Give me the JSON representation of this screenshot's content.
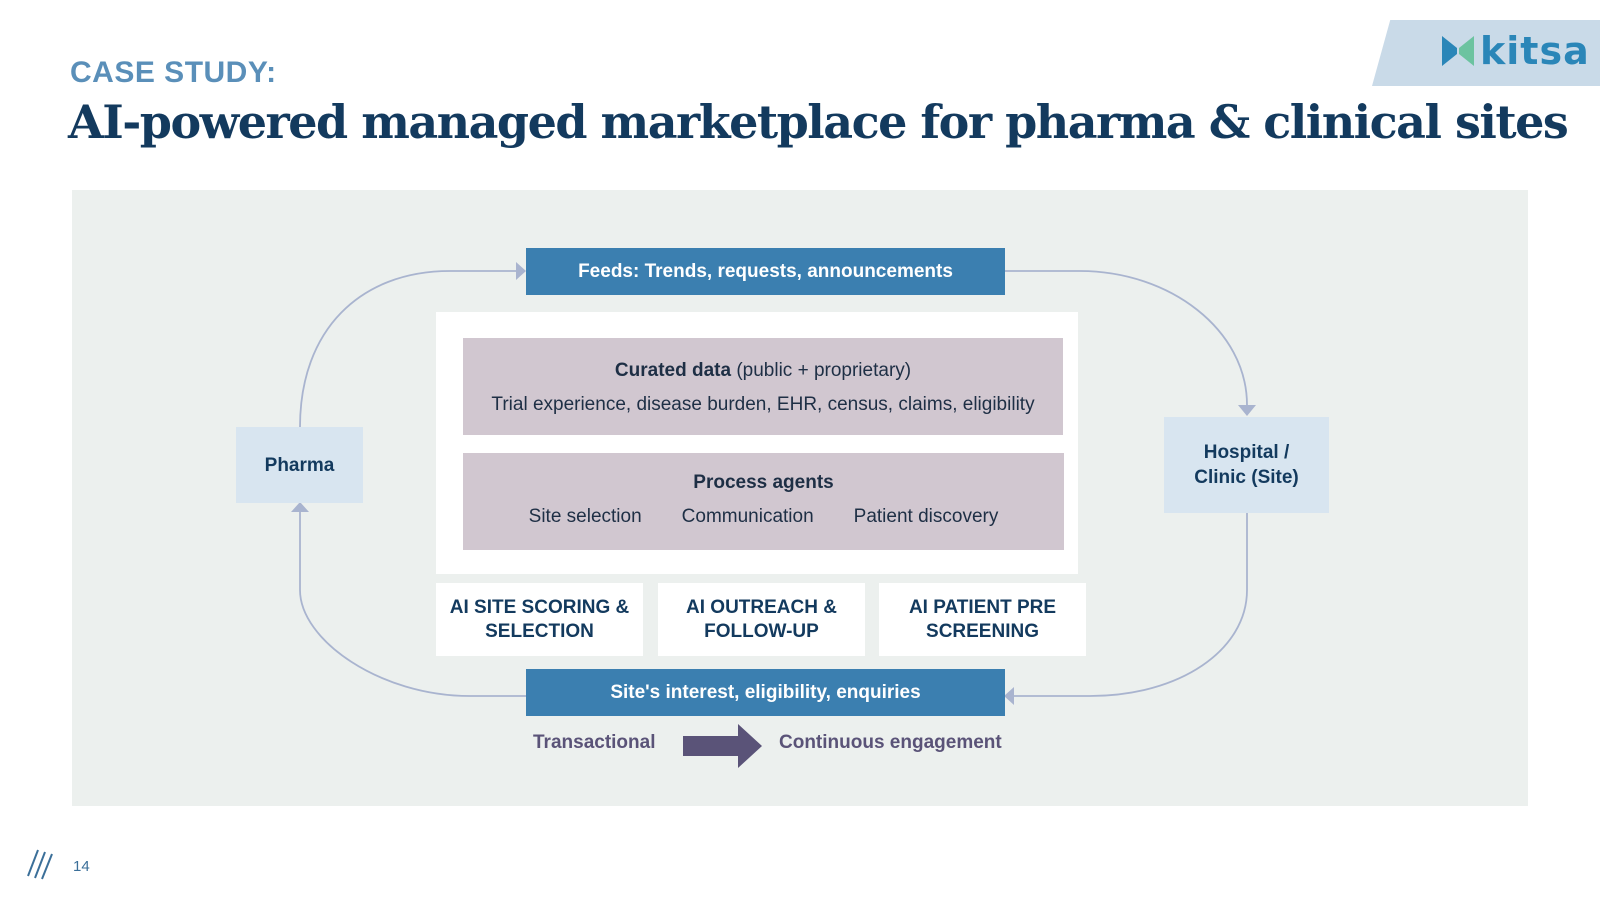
{
  "header": {
    "kicker": "CASE STUDY:",
    "title": "AI-powered managed marketplace for pharma & clinical sites",
    "brand": "kitsa"
  },
  "diagram": {
    "feeds_bar": "Feeds: Trends, requests, announcements",
    "bottom_bar": "Site's interest, eligibility, enquiries",
    "pharma": "Pharma",
    "hospital_line1": "Hospital /",
    "hospital_line2": "Clinic (Site)",
    "curated_bold": "Curated data",
    "curated_rest": " (public + proprietary)",
    "curated_detail": "Trial experience, disease burden, EHR, census, claims, eligibility",
    "process_title": "Process agents",
    "process_items": [
      "Site selection",
      "Communication",
      "Patient discovery"
    ],
    "capabilities": [
      {
        "line1": "AI SITE SCORING &",
        "line2": "SELECTION"
      },
      {
        "line1": "AI OUTREACH &",
        "line2": "FOLLOW-UP"
      },
      {
        "line1": "AI PATIENT PRE",
        "line2": "SCREENING"
      }
    ],
    "from_label": "Transactional",
    "to_label": "Continuous engagement"
  },
  "footer": {
    "page_number": "14"
  },
  "colors": {
    "title": "#133a5e",
    "kicker": "#5a8fb9",
    "bar": "#3b7fb0",
    "mauve": "#d1c7d0",
    "side_box": "#d8e5f0",
    "panel": "#ecf0ee",
    "arrow": "#5a5378",
    "connector": "#a9b4cf"
  }
}
